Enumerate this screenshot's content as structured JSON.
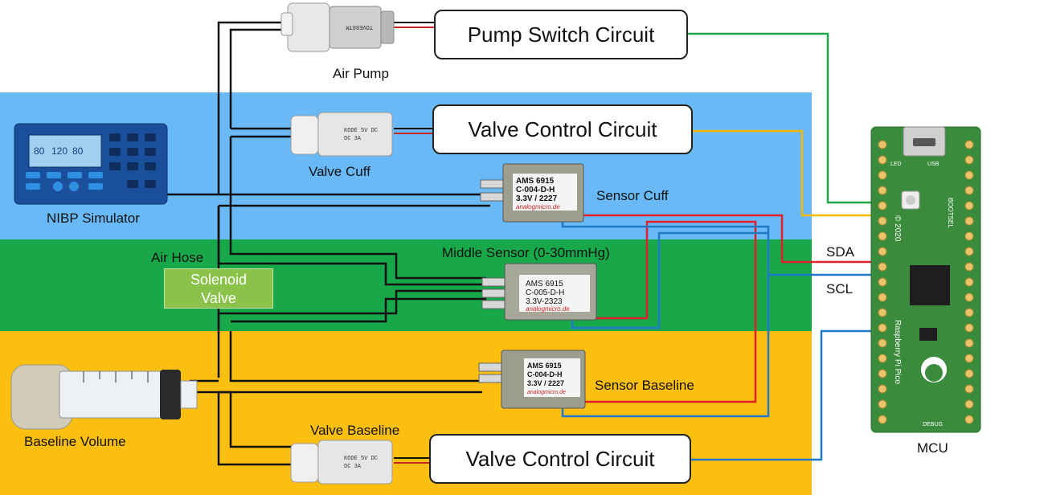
{
  "boxes": {
    "pump_switch": "Pump Switch Circuit",
    "valve_control_top": "Valve Control Circuit",
    "valve_control_bottom": "Valve Control Circuit"
  },
  "labels": {
    "air_pump": "Air Pump",
    "valve_cuff": "Valve Cuff",
    "sensor_cuff": "Sensor Cuff",
    "nibp_simulator": "NIBP Simulator",
    "air_hose": "Air Hose",
    "middle_sensor": "Middle Sensor (0-30mmHg)",
    "sensor_baseline": "Sensor Baseline",
    "valve_baseline": "Valve Baseline",
    "baseline_volume": "Baseline Volume",
    "sda": "SDA",
    "scl": "SCL",
    "mcu": "MCU",
    "solenoid_line1": "Solenoid",
    "solenoid_line2": "Valve"
  },
  "sensors": {
    "cuff": [
      "AMS 6915",
      "C-004-D-H",
      "3.3V / 2227",
      "analogmicro.de"
    ],
    "middle": [
      "AMS 6915",
      "C-005-D-H",
      "3.3V-2323",
      "analogmicro.de"
    ],
    "baseline": [
      "AMS 6915",
      "C-004-D-H",
      "3.3V / 2227",
      "analogmicro.de"
    ]
  },
  "nibp_screen": {
    "sys": "80",
    "mean": "120",
    "dia": "80"
  },
  "mcu_board": {
    "name": "Raspberry Pi Pico",
    "year": "© 2020",
    "bootsel": "BOOTSEL",
    "usb": "USB",
    "led": "LED",
    "debug": "DEBUG"
  },
  "colors": {
    "band_blue": "#69b9f7",
    "band_green": "#18a84a",
    "band_orange": "#fbbf10",
    "wire_green": "#1fa84a",
    "wire_yellow": "#f5b800",
    "wire_red": "#e0202a",
    "wire_blue": "#1f78c8",
    "hose": "#111111",
    "pico_green": "#3a8c3c"
  }
}
